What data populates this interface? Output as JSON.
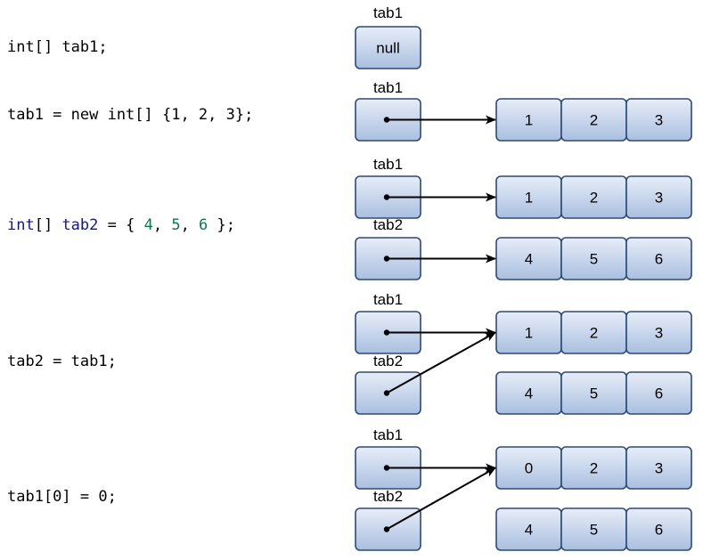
{
  "colors": {
    "keyword": "#1010b0",
    "number": "#0a7a4a",
    "box_top": "#e8eef8",
    "box_bottom": "#a9bfe0",
    "box_stroke": "#2c4a7a"
  },
  "statements": [
    {
      "tokens": [
        {
          "t": "int[] tab1;",
          "k": "plain"
        }
      ]
    },
    {
      "tokens": [
        {
          "t": "tab1 = new int[] {1, 2, 3};",
          "k": "plain"
        }
      ]
    },
    {
      "tokens": [
        {
          "t": "int",
          "k": "keyword"
        },
        {
          "t": "[] ",
          "k": "plain"
        },
        {
          "t": "tab2",
          "k": "keyword"
        },
        {
          "t": " = { ",
          "k": "plain"
        },
        {
          "t": "4",
          "k": "number"
        },
        {
          "t": ", ",
          "k": "plain"
        },
        {
          "t": "5",
          "k": "number"
        },
        {
          "t": ", ",
          "k": "plain"
        },
        {
          "t": "6",
          "k": "number"
        },
        {
          "t": " };",
          "k": "plain"
        }
      ]
    },
    {
      "tokens": [
        {
          "t": "tab2 = tab1;",
          "k": "plain"
        }
      ]
    },
    {
      "tokens": [
        {
          "t": "tab1[0] = 0;",
          "k": "plain"
        }
      ]
    }
  ],
  "steps": [
    {
      "refs": [
        {
          "name": "tab1",
          "value": "null"
        }
      ],
      "arrays": [],
      "arrows": []
    },
    {
      "refs": [
        {
          "name": "tab1",
          "value": ""
        }
      ],
      "arrays": [
        [
          "1",
          "2",
          "3"
        ]
      ],
      "arrows": [
        {
          "from": 0,
          "to": 0
        }
      ]
    },
    {
      "refs": [
        {
          "name": "tab1",
          "value": ""
        },
        {
          "name": "tab2",
          "value": ""
        }
      ],
      "arrays": [
        [
          "1",
          "2",
          "3"
        ],
        [
          "4",
          "5",
          "6"
        ]
      ],
      "arrows": [
        {
          "from": 0,
          "to": 0
        },
        {
          "from": 1,
          "to": 1
        }
      ]
    },
    {
      "refs": [
        {
          "name": "tab1",
          "value": ""
        },
        {
          "name": "tab2",
          "value": ""
        }
      ],
      "arrays": [
        [
          "1",
          "2",
          "3"
        ],
        [
          "4",
          "5",
          "6"
        ]
      ],
      "arrows": [
        {
          "from": 0,
          "to": 0
        },
        {
          "from": 1,
          "to": 0
        }
      ]
    },
    {
      "refs": [
        {
          "name": "tab1",
          "value": ""
        },
        {
          "name": "tab2",
          "value": ""
        }
      ],
      "arrays": [
        [
          "0",
          "2",
          "3"
        ],
        [
          "4",
          "5",
          "6"
        ]
      ],
      "arrows": [
        {
          "from": 0,
          "to": 0
        },
        {
          "from": 1,
          "to": 0
        }
      ]
    }
  ]
}
